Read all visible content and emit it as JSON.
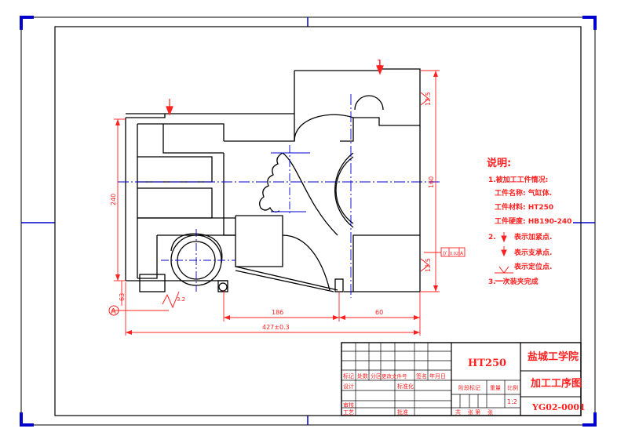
{
  "drawing": {
    "section_mark": "1",
    "hole_mark": "A",
    "roughness": "3.2",
    "ra_top": "12.5",
    "ra_bottom": "12.5",
    "flatness": "//",
    "flatness_value": "0.02",
    "flatness_datum": "A",
    "dim_height": "240",
    "dim_right_height": "160",
    "dim_step": "63",
    "dim_mid": "186",
    "dim_right": "60",
    "dim_total": "427±0.3"
  },
  "notes": {
    "title": "说明:",
    "line1": "1.被加工工件情况:",
    "line2": "工件名称: 气缸体.",
    "line3": "工件材料: HT250",
    "line4": "工件硬度: HB190-240",
    "line5_num": "2.",
    "line5": "表示加紧点.",
    "line6": "表示支承点.",
    "line7": "表示定位点.",
    "line8": "3.一次装夹完成"
  },
  "title_block": {
    "material": "HT250",
    "school": "盐城工学院",
    "drawing_title": "加工工序图",
    "drawing_no": "YG02-0001",
    "scale_value": "1:2",
    "h_mark": "标记",
    "h_count": "处数",
    "h_zone": "分区",
    "h_doc": "更改文件号",
    "h_sign": "签名",
    "h_date": "年月日",
    "h_design": "设计",
    "h_std": "标准化",
    "h_stage": "阶段标记",
    "h_weight": "重量",
    "h_scale": "比例",
    "h_check": "审核",
    "h_process": "工艺",
    "h_approve": "批准",
    "h_sheets": "共    张 第    张"
  }
}
